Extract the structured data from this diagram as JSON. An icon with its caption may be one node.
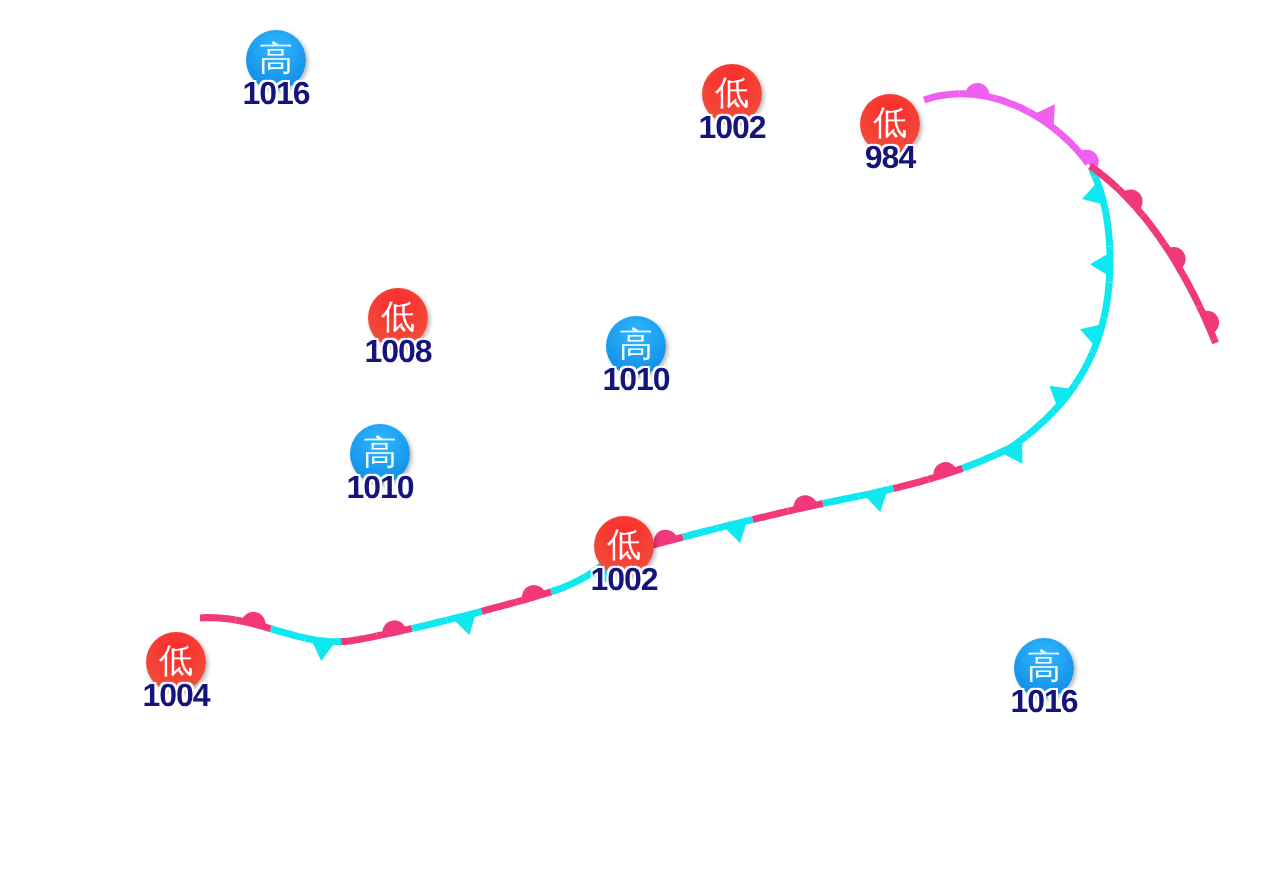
{
  "diagram": {
    "nodes": [
      {
        "text": [
          "高"
        ],
        "beside": [
          "1016"
        ]
      },
      {
        "text": [
          "低"
        ],
        "beside": [
          "1002"
        ]
      },
      {
        "text": [
          "低"
        ],
        "beside": [
          "984"
        ]
      },
      {
        "text": [
          "低"
        ],
        "beside": [
          "1008"
        ]
      },
      {
        "text": [
          "高"
        ],
        "beside": [
          "1010"
        ]
      },
      {
        "text": [
          "高"
        ],
        "beside": [
          "1010"
        ]
      },
      {
        "text": [
          "低"
        ],
        "beside": [
          "1002"
        ]
      },
      {
        "text": [
          "低"
        ],
        "beside": [
          "1004"
        ]
      },
      {
        "text": [
          "高"
        ],
        "beside": [
          "1016"
        ]
      }
    ]
  }
}
